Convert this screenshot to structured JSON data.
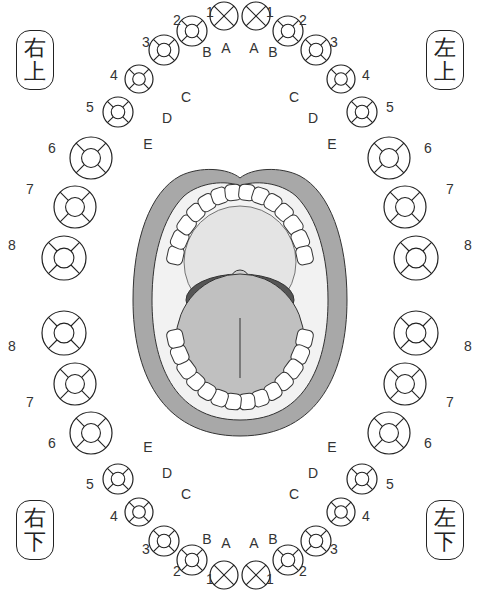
{
  "diagram": {
    "nodes": [
      {
        "text": [
          "右上"
        ]
      },
      {
        "text": [
          "左上"
        ]
      },
      {
        "text": [
          "右下"
        ]
      },
      {
        "text": [
          "左下"
        ]
      }
    ],
    "labels": [
      "1",
      "2",
      "3",
      "4",
      "5",
      "6",
      "7",
      "8",
      "A",
      "B",
      "C",
      "D",
      "E",
      "1",
      "2",
      "3",
      "4",
      "5",
      "6",
      "7",
      "8",
      "A",
      "B",
      "C",
      "D",
      "E",
      "1",
      "2",
      "3",
      "4",
      "5",
      "6",
      "7",
      "8",
      "A",
      "B",
      "C",
      "D",
      "E",
      "1",
      "2",
      "3",
      "4",
      "5",
      "6",
      "7",
      "8",
      "A",
      "B",
      "C",
      "D",
      "E"
    ]
  }
}
